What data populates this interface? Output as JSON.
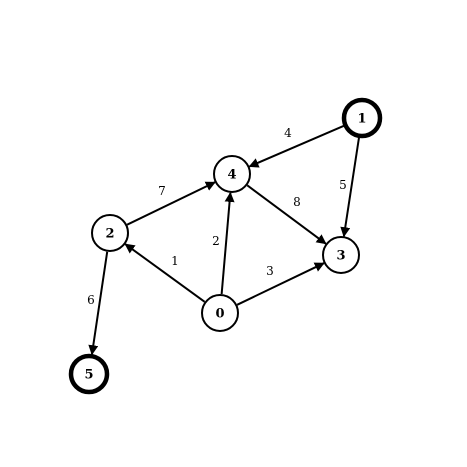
{
  "graph": {
    "directed": true,
    "colors": {
      "stroke": "#000000",
      "fill": "#ffffff",
      "text": "#000000"
    },
    "nodes": [
      {
        "id": "0",
        "label": "0",
        "emphasized": false
      },
      {
        "id": "1",
        "label": "1",
        "emphasized": true
      },
      {
        "id": "2",
        "label": "2",
        "emphasized": false
      },
      {
        "id": "3",
        "label": "3",
        "emphasized": false
      },
      {
        "id": "4",
        "label": "4",
        "emphasized": false
      },
      {
        "id": "5",
        "label": "5",
        "emphasized": true
      }
    ],
    "edges": [
      {
        "from": "1",
        "to": "4",
        "weight": "4"
      },
      {
        "from": "1",
        "to": "3",
        "weight": "5"
      },
      {
        "from": "2",
        "to": "4",
        "weight": "7"
      },
      {
        "from": "4",
        "to": "3",
        "weight": "8"
      },
      {
        "from": "0",
        "to": "4",
        "weight": "2"
      },
      {
        "from": "0",
        "to": "2",
        "weight": "1"
      },
      {
        "from": "0",
        "to": "3",
        "weight": "3"
      },
      {
        "from": "2",
        "to": "5",
        "weight": "6"
      }
    ]
  }
}
